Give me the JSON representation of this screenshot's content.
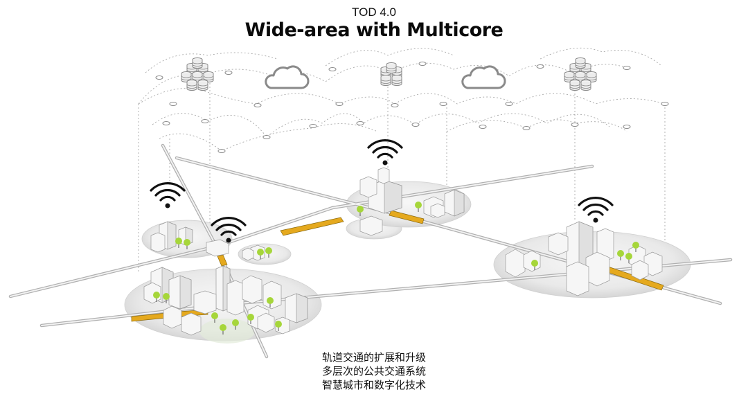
{
  "header": {
    "subtitle": "TOD 4.0",
    "title": "Wide-area with Multicore"
  },
  "features": [
    "轨道交通的扩展和升级",
    "多层次的公共交通系统",
    "智慧城市和数字化技术"
  ],
  "icons": {
    "cloud": "cloud-icon",
    "database": "database-icon",
    "wifi": "wifi-icon"
  },
  "colors": {
    "rail": "#e5a91e",
    "tree": "#9acd32",
    "road": "#bdbdbd",
    "plaza": "#ececec",
    "network": "#9a9a9a"
  }
}
